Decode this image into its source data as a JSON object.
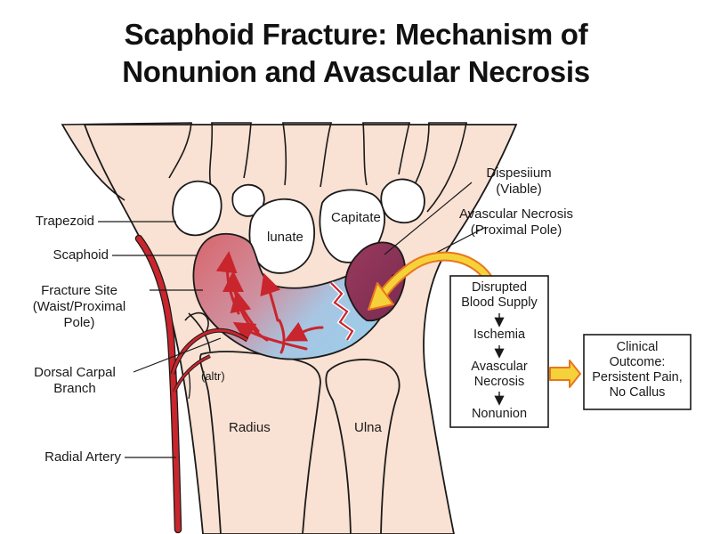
{
  "title": {
    "line1": "Scaphoid Fracture: Mechanism of",
    "line2": "Nonunion and Avascular Necrosis"
  },
  "labels": {
    "trapezoid": "Trapezoid",
    "scaphoid": "Scaphoid",
    "fracture_site_l1": "Fracture Site",
    "fracture_site_l2": "(Waist/Proximal",
    "fracture_site_l3": "Pole)",
    "dorsal_carpal_l1": "Dorsal Carpal",
    "dorsal_carpal_l2": "Branch",
    "radial_artery": "Radial Artery",
    "lunate": "lunate",
    "capitate": "Capitate",
    "radius": "Radius",
    "ulna": "Ulna",
    "altr": "(altr)",
    "dispesium_l1": "Dispesiium",
    "dispesium_l2": "(Viable)",
    "avn_l1": "Avascular Necrosis",
    "avn_l2": "(Proximal Pole)"
  },
  "flow_box": {
    "step1_l1": "Disrupted",
    "step1_l2": "Blood Supply",
    "step2": "Ischemia",
    "step3_l1": "Avascular",
    "step3_l2": "Necrosis",
    "step4": "Nonunion"
  },
  "outcome_box": {
    "line1": "Clinical",
    "line2": "Outcome:",
    "line3": "Persistent Pain,",
    "line4": "No Callus"
  },
  "colors": {
    "bone": "#f9e1d3",
    "outline": "#1a1a1a",
    "artery": "#c9252c",
    "viable": "#d9656b",
    "necrotic": "#8b2f55",
    "ischemic": "#9ecbe8",
    "arrow_yellow": "#f6d23a",
    "arrow_orange": "#e8761e"
  }
}
